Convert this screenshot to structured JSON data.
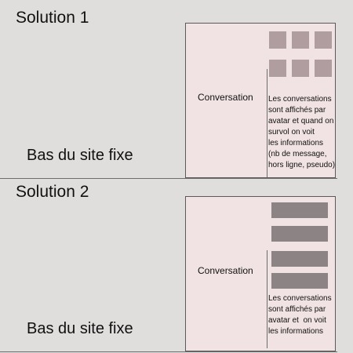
{
  "solution_1": {
    "title": "Solution 1",
    "footer_label": "Bas du site fixe",
    "panel_label": "Conversation",
    "note": "Les conversations\nsont affichés par\navatar et quand on\nsurvol on voit\nles informations\n(nb de message,\nhors ligne, pseudo)",
    "avatar_count": 6,
    "avatar_color": "#b09d9f"
  },
  "solution_2": {
    "title": "Solution 2",
    "footer_label": "Bas du site fixe",
    "panel_label": "Conversation",
    "note": "Les conversations\nsont affichés par\navatar et  on voit\nles informations",
    "bar_count": 4,
    "bar_color": "#8c8384"
  },
  "colors": {
    "page_background": "#e0dedd",
    "panel_background": "#f1e3e3",
    "line": "#6d6d6d"
  }
}
